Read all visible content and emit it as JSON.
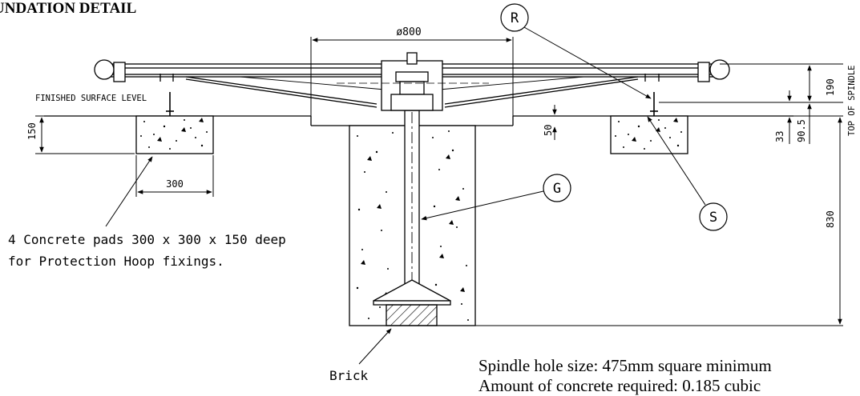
{
  "heading": "UNDATION DETAIL",
  "labels": {
    "diameter": "ø800",
    "finished_surface": "FINISHED SURFACE LEVEL",
    "top_of_spindle": "TOP OF SPINDLE",
    "dim_150": "150",
    "dim_300": "300",
    "dim_50": "50",
    "dim_190": "190",
    "dim_33": "33",
    "dim_90_5": "90.5",
    "dim_830": "830",
    "brick": "Brick"
  },
  "callouts": {
    "r": "R",
    "g": "G",
    "s": "S"
  },
  "notes": {
    "pads_line1": "4 Concrete pads 300 x 300 x 150 deep",
    "pads_line2": "for Protection Hoop fixings."
  },
  "specs": {
    "line1": "Spindle hole size: 475mm square minimum",
    "line2": "Amount of concrete required:  0.185 cubic"
  }
}
